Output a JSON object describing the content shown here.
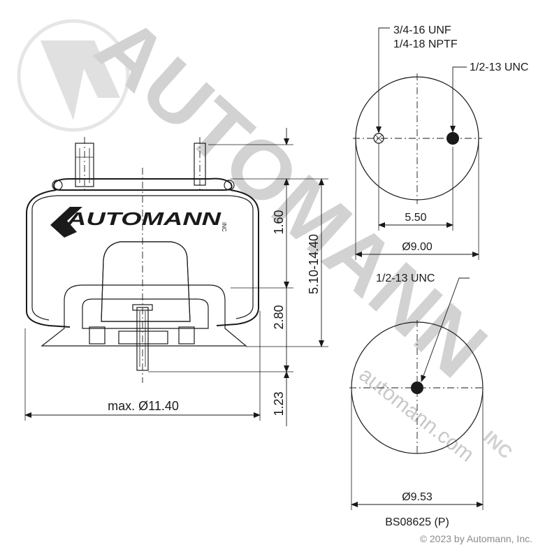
{
  "watermark": {
    "brand": "AUTOMANN",
    "suffix": "INC",
    "url": "automann.com"
  },
  "logo": {
    "text": "AUTOMANN",
    "suffix": "INC"
  },
  "side_view": {
    "dims": {
      "height_top": "1.60",
      "height_range": "5.10-14.40",
      "height_piston": "2.80",
      "height_bottom": "1.23",
      "max_diameter": "max. Ø11.40"
    }
  },
  "top_view": {
    "thread_port": "3/4-16 UNF",
    "thread_air": "1/4-18 NPTF",
    "thread_stud": "1/2-13 UNC",
    "spacing": "5.50",
    "diameter": "Ø9.00"
  },
  "bottom_view": {
    "thread": "1/2-13 UNC",
    "diameter": "Ø9.53"
  },
  "part_number": "BS08625 (P)",
  "copyright": "© 2023 by Automann, Inc.",
  "colors": {
    "line": "#1a1a1a",
    "watermark": "#d2d2d2"
  }
}
